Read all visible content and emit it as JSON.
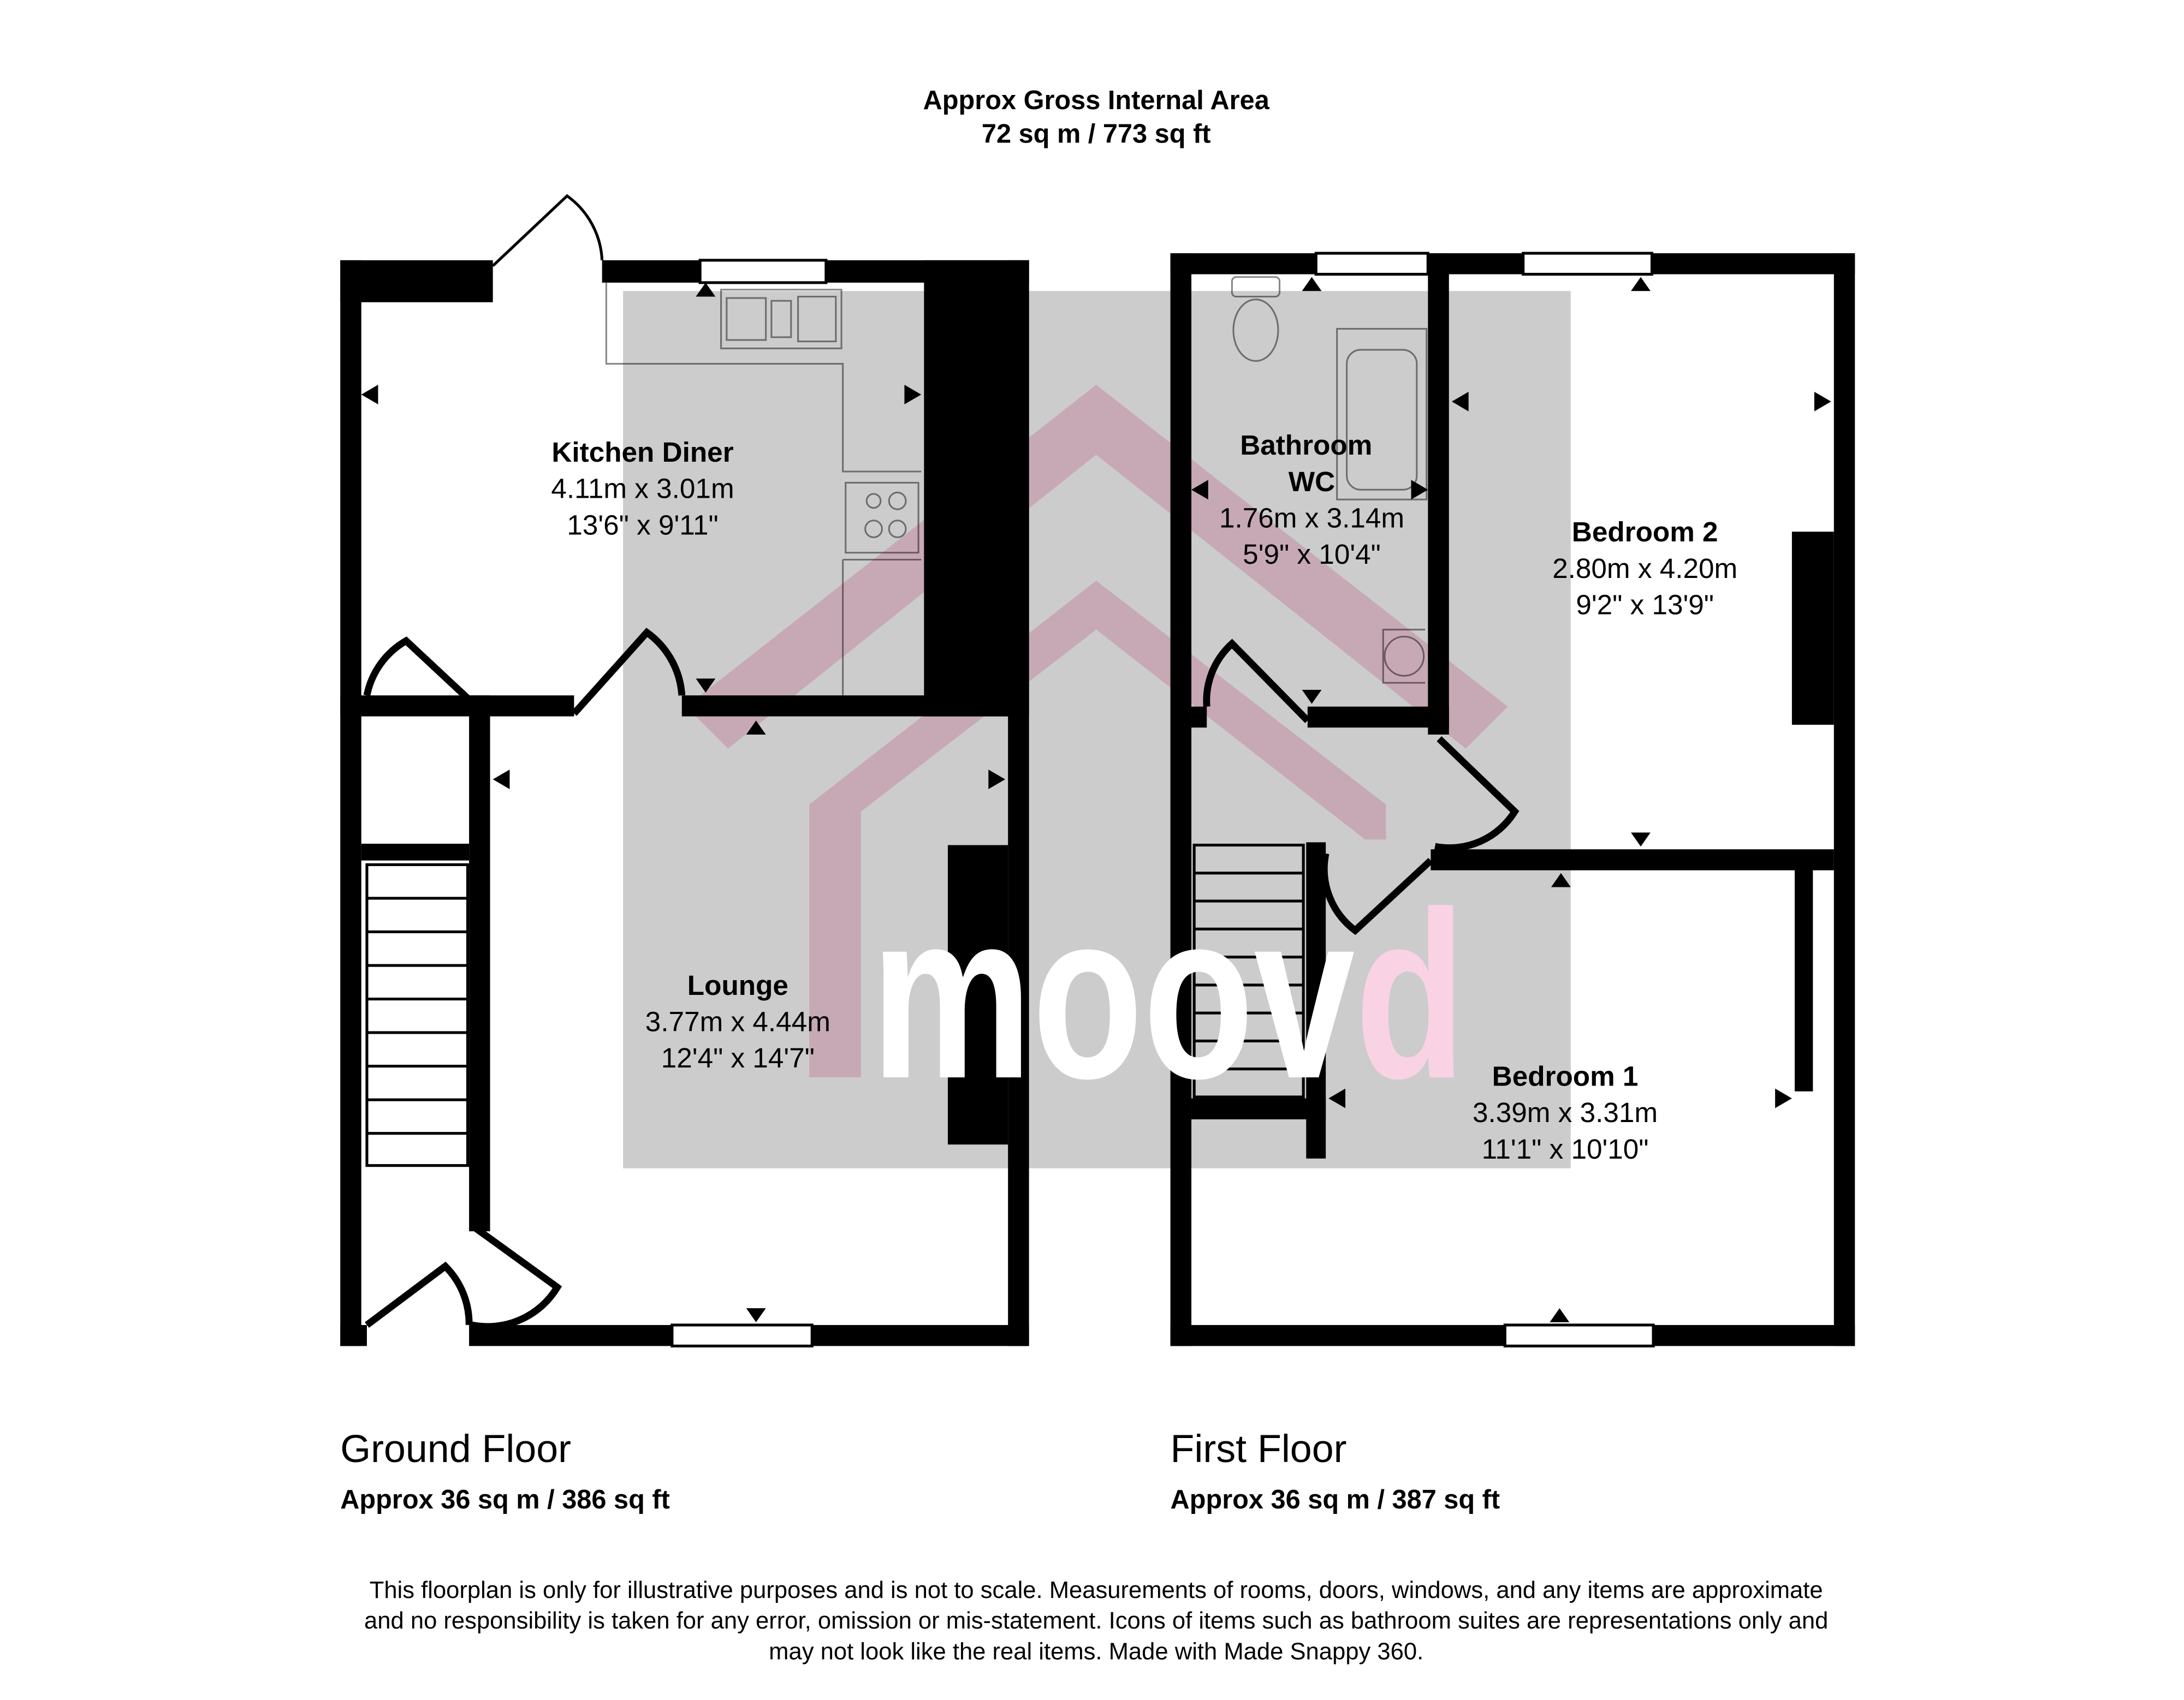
{
  "header": {
    "line1": "Approx Gross Internal Area",
    "line2": "72 sq m / 773 sq ft"
  },
  "rooms": {
    "kitchen": {
      "name": "Kitchen Diner",
      "metric": "4.11m x 3.01m",
      "imperial": "13'6\" x 9'11\""
    },
    "lounge": {
      "name": "Lounge",
      "metric": "3.77m x 4.44m",
      "imperial": "12'4\" x 14'7\""
    },
    "bathroom": {
      "name": "Bathroom",
      "name2": "WC",
      "metric": "1.76m x 3.14m",
      "imperial": "5'9\" x 10'4\""
    },
    "bedroom2": {
      "name": "Bedroom 2",
      "metric": "2.80m x 4.20m",
      "imperial": "9'2\" x 13'9\""
    },
    "bedroom1": {
      "name": "Bedroom 1",
      "metric": "3.39m x 3.31m",
      "imperial": "11'1\" x 10'10\""
    }
  },
  "floors": [
    {
      "title": "Ground Floor",
      "area": "Approx 36 sq m / 386 sq ft"
    },
    {
      "title": "First Floor",
      "area": "Approx 36 sq m / 387 sq ft"
    }
  ],
  "watermark": {
    "text_a": "moov",
    "text_b": "d",
    "pink": "#f9d3e3",
    "gray": "#cccccc"
  },
  "disclaimer": [
    "This floorplan is only for illustrative purposes and is not to scale. Measurements of rooms, doors, windows, and any items are approximate",
    "and no responsibility is taken for any error, omission or mis-statement. Icons of items such as bathroom suites are representations only and",
    "may not look like the real items. Made with Made Snappy 360."
  ]
}
